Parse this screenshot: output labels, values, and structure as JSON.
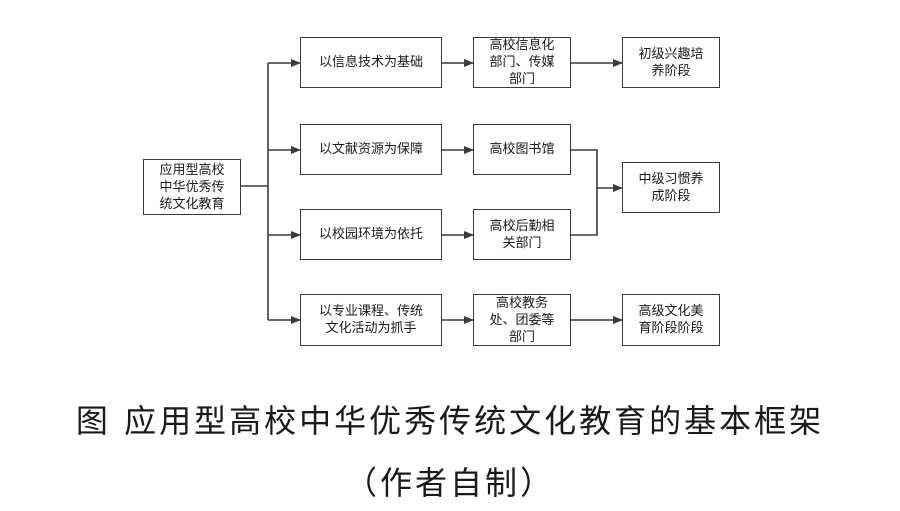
{
  "diagram": {
    "root": "应用型高校\n中华优秀传\n统文化教育",
    "foundations": [
      "以信息技术为基础",
      "以文献资源为保障",
      "以校园环境为依托",
      "以专业课程、传统\n文化活动为抓手"
    ],
    "departments": [
      "高校信息化\n部门、传媒\n部门",
      "高校图书馆",
      "高校后勤相\n关部门",
      "高校教务\n处、团委等\n部门"
    ],
    "stages": [
      "初级兴趣培\n养阶段",
      "中级习惯养\n成阶段",
      "高级文化美\n育阶段阶段"
    ]
  },
  "caption": {
    "title": "图 应用型高校中华优秀传统文化教育的基本框架",
    "note": "（作者自制）"
  }
}
